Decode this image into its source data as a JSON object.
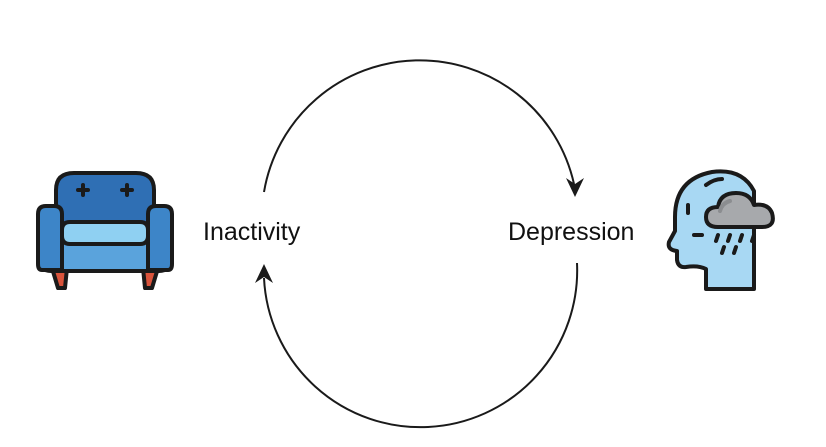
{
  "diagram": {
    "nodes": [
      {
        "id": "inactivity",
        "label": "Inactivity",
        "icon": "armchair-icon"
      },
      {
        "id": "depression",
        "label": "Depression",
        "icon": "head-raincloud-icon"
      }
    ],
    "edges": [
      {
        "from": "inactivity",
        "to": "depression",
        "style": "curved-arrow-top"
      },
      {
        "from": "depression",
        "to": "inactivity",
        "style": "curved-arrow-bottom"
      }
    ]
  },
  "colors": {
    "outline": "#1a1a1a",
    "chair_blue": "#2f6fb4",
    "chair_light": "#5aa3dc",
    "chair_cushion": "#8fd0f2",
    "chair_legs": "#d9533b",
    "head_fill": "#a8d8f3",
    "cloud_fill": "#a7a9ac",
    "cloud_shade": "#8b8d90"
  }
}
